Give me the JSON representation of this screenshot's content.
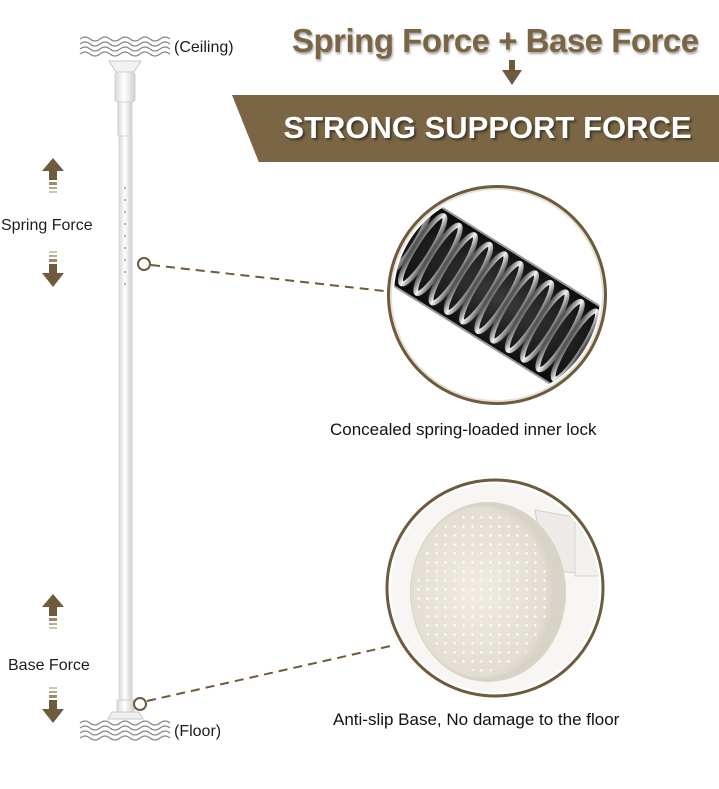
{
  "headline": "Spring Force + Base Force",
  "banner": "STRONG SUPPORT FORCE",
  "labels": {
    "ceiling": "(Ceiling)",
    "floor": "(Floor)",
    "spring_force": "Spring Force",
    "base_force": "Base Force"
  },
  "callouts": {
    "spring": "Concealed spring-loaded inner lock",
    "base": "Anti-slip Base, No damage to the floor"
  },
  "colors": {
    "brand_brown": "#7a6545",
    "arrow_brown": "#6e5a3c",
    "text": "#1c1c1c"
  },
  "icons": [
    "ceiling-wave-icon",
    "floor-wave-icon",
    "arrow-up-icon",
    "arrow-down-icon",
    "arrow-small-down-icon"
  ]
}
